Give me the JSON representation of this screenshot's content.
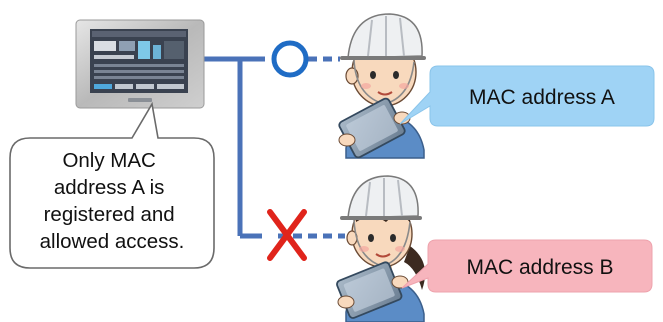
{
  "callout": {
    "lines": [
      "Only MAC",
      "address A is",
      "registered and",
      "allowed access."
    ]
  },
  "workers": [
    {
      "label": "MAC address A",
      "status": "allowed",
      "status_icon": "circle-icon",
      "label_bg": "#9fd3f5"
    },
    {
      "label": "MAC address B",
      "status": "denied",
      "status_icon": "cross-icon",
      "label_bg": "#f7b5bd"
    }
  ],
  "colors": {
    "connection_line": "#4a72b8",
    "allowed": "#1f6cc5",
    "denied": "#e0241b",
    "helmet": "#eef0f2",
    "uniform": "#5b8cc6"
  },
  "device": {
    "icon": "hmi-touch-panel-icon"
  }
}
